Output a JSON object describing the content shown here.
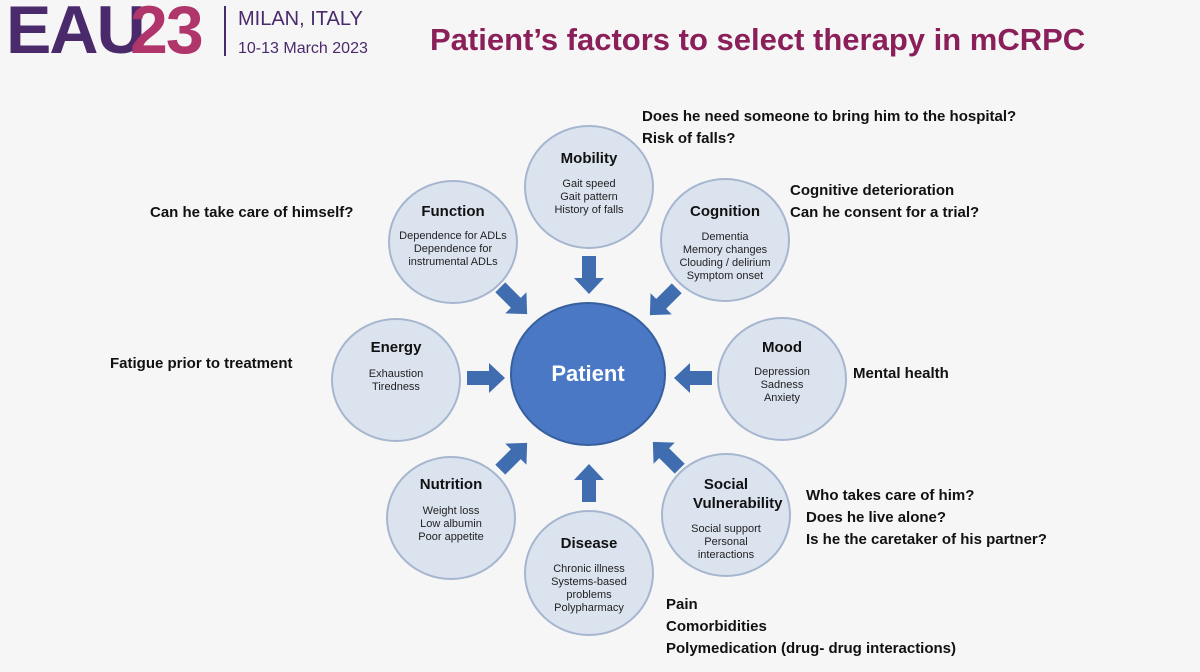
{
  "logo": {
    "eau": "EAU",
    "year": "23",
    "city": "MILAN, ITALY",
    "dates": "10-13 March 2023"
  },
  "title": "Patient’s factors to select therapy in mCRPC",
  "center": "Patient",
  "nodes": [
    {
      "title": "Mobility",
      "items": [
        "Gait speed",
        "Gait pattern",
        "History of falls"
      ]
    },
    {
      "title": "Cognition",
      "items": [
        "Dementia",
        "Memory changes",
        "Clouding / delirium",
        "Symptom onset"
      ]
    },
    {
      "title": "Mood",
      "items": [
        "Depression",
        "Sadness",
        "Anxiety"
      ]
    },
    {
      "title": "Social Vulnerability",
      "items": [
        "Social support",
        "Personal",
        "interactions"
      ]
    },
    {
      "title": "Disease",
      "items": [
        "Chronic illness",
        "Systems-based",
        "problems",
        "Polypharmacy"
      ]
    },
    {
      "title": "Nutrition",
      "items": [
        "Weight loss",
        "Low albumin",
        "Poor appetite"
      ]
    },
    {
      "title": "Energy",
      "items": [
        "Exhaustion",
        "Tiredness"
      ]
    },
    {
      "title": "Function",
      "items": [
        "Dependence for ADLs",
        "Dependence for",
        "instrumental ADLs"
      ]
    }
  ],
  "notes": {
    "mobility": [
      "Does he need someone to bring him to the hospital?",
      "Risk of falls?"
    ],
    "cognition": [
      "Cognitive deterioration",
      "Can he consent for a trial?"
    ],
    "function": [
      "Can he take care of himself?"
    ],
    "energy": [
      "Fatigue prior to treatment"
    ],
    "mood": [
      "Mental health"
    ],
    "social": [
      "Who takes care of him?",
      "Does he live alone?",
      "Is he the caretaker of his partner?"
    ],
    "disease": [
      "Pain",
      "Comorbidities",
      "Polymedication (drug- drug interactions)"
    ]
  },
  "colors": {
    "center_fill": "#4a78c4",
    "node_fill": "#dbe3ef",
    "arrow": "#3f6db0",
    "title": "#8a1f5a",
    "logo_purple": "#4a2a6b",
    "logo_magenta": "#b0356a"
  }
}
